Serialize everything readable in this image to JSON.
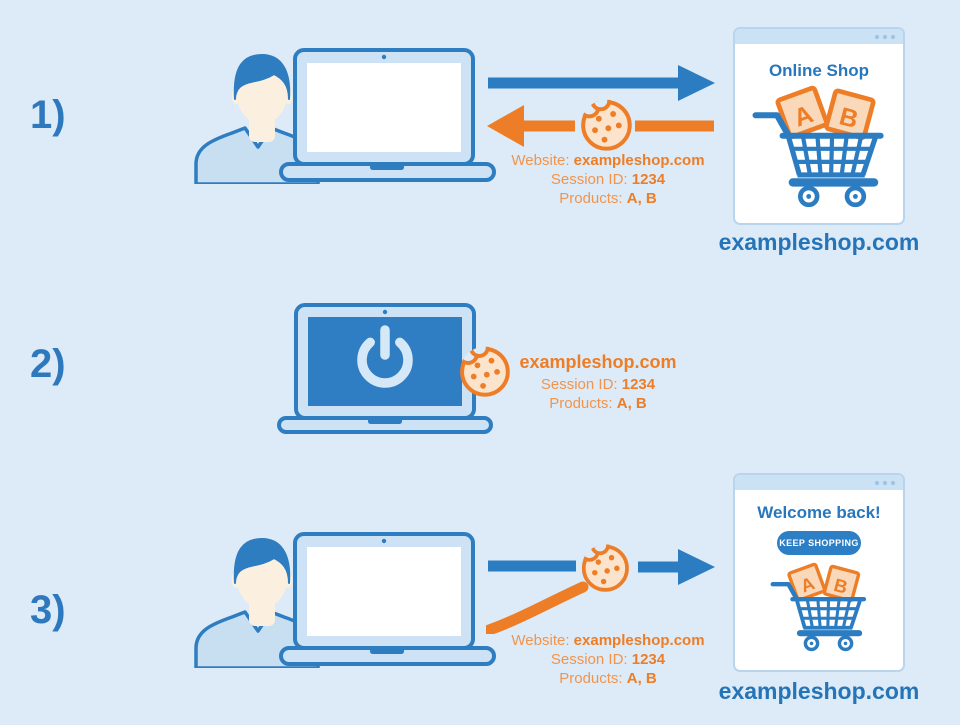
{
  "colors": {
    "background": "#DCEBF7",
    "blue_primary": "#2C7CC1",
    "blue_text": "#2674B8",
    "blue_light_panel": "#C8DFF2",
    "orange_primary": "#ED7D26",
    "orange_label": "#F2944C",
    "cookie_fill": "#FBE4CB",
    "screen_blue": "#2F7EC3",
    "white": "#FFFFFF"
  },
  "cart": {
    "block_a": "A",
    "block_b": "B"
  },
  "steps": [
    {
      "number": "1)",
      "cookie_info": {
        "lines": [
          {
            "label": "Website: ",
            "value": "exampleshop.com"
          },
          {
            "label": "Session ID: ",
            "value": "1234"
          },
          {
            "label": "Products: ",
            "value": "A, B"
          }
        ]
      },
      "browser": {
        "title": "Online Shop",
        "site_label": "exampleshop.com"
      }
    },
    {
      "number": "2)",
      "cookie_info": {
        "heading": "exampleshop.com",
        "lines": [
          {
            "label": "Session ID: ",
            "value": "1234"
          },
          {
            "label": "Products: ",
            "value": "A, B"
          }
        ]
      }
    },
    {
      "number": "3)",
      "cookie_info": {
        "lines": [
          {
            "label": "Website: ",
            "value": "exampleshop.com"
          },
          {
            "label": "Session ID: ",
            "value": "1234"
          },
          {
            "label": "Products: ",
            "value": "A, B"
          }
        ]
      },
      "browser": {
        "title": "Welcome back!",
        "button_label": "KEEP SHOPPING",
        "site_label": "exampleshop.com"
      }
    }
  ]
}
